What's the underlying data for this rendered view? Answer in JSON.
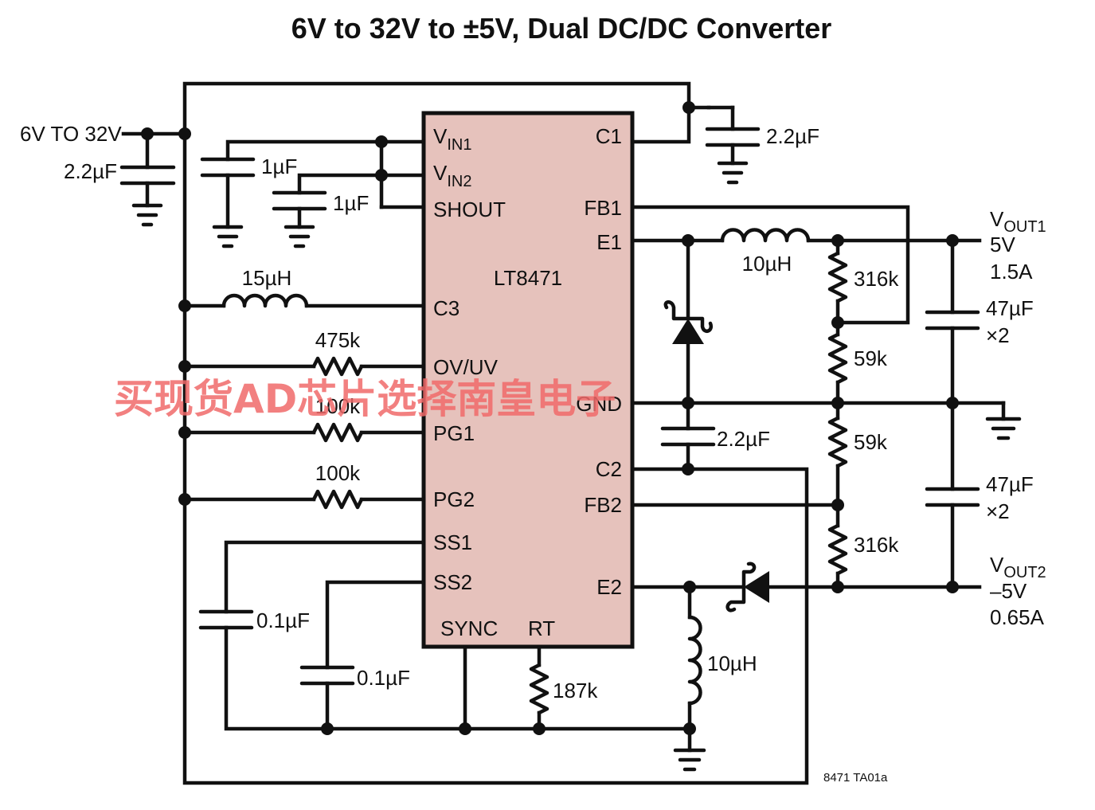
{
  "title": "6V to 32V to ±5V, Dual DC/DC Converter",
  "chip": {
    "name": "LT8471",
    "body_color": "#e6c2bc",
    "pins_left": {
      "vin1_main": "V",
      "vin1_sub": "IN1",
      "vin2_main": "V",
      "vin2_sub": "IN2",
      "shout": "SHOUT",
      "c3": "C3",
      "ovuv": "OV/UV",
      "pg1": "PG1",
      "pg2": "PG2",
      "ss1": "SS1",
      "ss2": "SS2"
    },
    "pins_right": {
      "c1": "C1",
      "fb1": "FB1",
      "e1": "E1",
      "gnd": "GND",
      "c2": "C2",
      "fb2": "FB2",
      "e2": "E2"
    },
    "pins_bottom": {
      "sync": "SYNC",
      "rt": "RT"
    }
  },
  "input": {
    "label": "6V TO 32V",
    "cap": "2.2µF"
  },
  "components": {
    "cap_vin1": "1µF",
    "cap_vin2": "1µF",
    "cap_c1": "2.2µF",
    "ind_c3": "15µH",
    "res_ovuv": "475k",
    "res_pg1": "100k",
    "res_pg2": "100k",
    "ind_e1": "10µH",
    "res_fb1_top": "316k",
    "res_fb1_bot": "59k",
    "res_fb2_top": "59k",
    "res_fb2_bot": "316k",
    "cap_c2": "2.2µF",
    "cap_ss1": "0.1µF",
    "cap_ss2": "0.1µF",
    "res_rt": "187k",
    "ind_e2": "10µH",
    "cap_out1": "47µF",
    "cap_out1_mult": "×2",
    "cap_out2": "47µF",
    "cap_out2_mult": "×2"
  },
  "outputs": {
    "vout1_main": "V",
    "vout1_sub": "OUT1",
    "vout1_voltage": "5V",
    "vout1_current": "1.5A",
    "vout2_main": "V",
    "vout2_sub": "OUT2",
    "vout2_voltage": "–5V",
    "vout2_current": "0.65A"
  },
  "figure_id": "8471 TA01a",
  "watermark": "买现货AD芯片选择南皇电子",
  "icons": [
    "ground-icon",
    "capacitor-icon",
    "resistor-icon",
    "inductor-icon",
    "schottky-diode-icon"
  ]
}
